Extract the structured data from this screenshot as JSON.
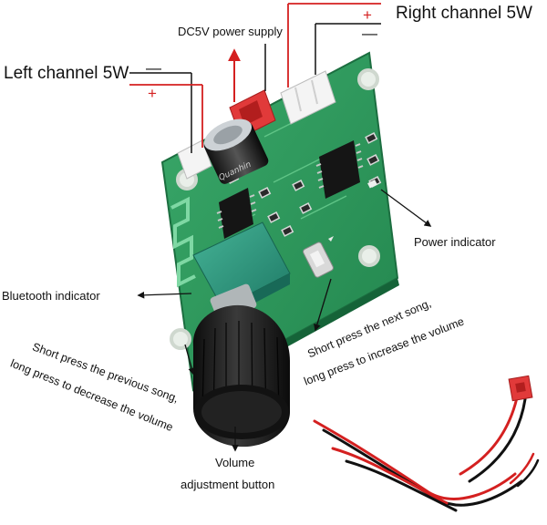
{
  "labels": {
    "right_channel": "Right channel 5W",
    "left_channel": "Left channel 5W",
    "dc_power": "DC5V power supply",
    "power_indicator": "Power indicator",
    "bluetooth_indicator": "Bluetooth indicator",
    "volume_line1": "Volume",
    "volume_line2": "adjustment button",
    "next_line1": "Short press the next song,",
    "next_line2": "long press to increase the volume",
    "prev_line1": "Short press the previous song,",
    "prev_line2": "long press to decrease the volume"
  },
  "polarity": {
    "plus": "+",
    "minus": "—"
  },
  "capacitor_brand": "Quanhin",
  "colors": {
    "pcb_green": "#2e9a5e",
    "pcb_dark": "#1f7a47",
    "wire_red": "#d42020",
    "wire_black": "#111111",
    "knob": "#1a1a1a",
    "pot_teal": "#2f9a83"
  }
}
